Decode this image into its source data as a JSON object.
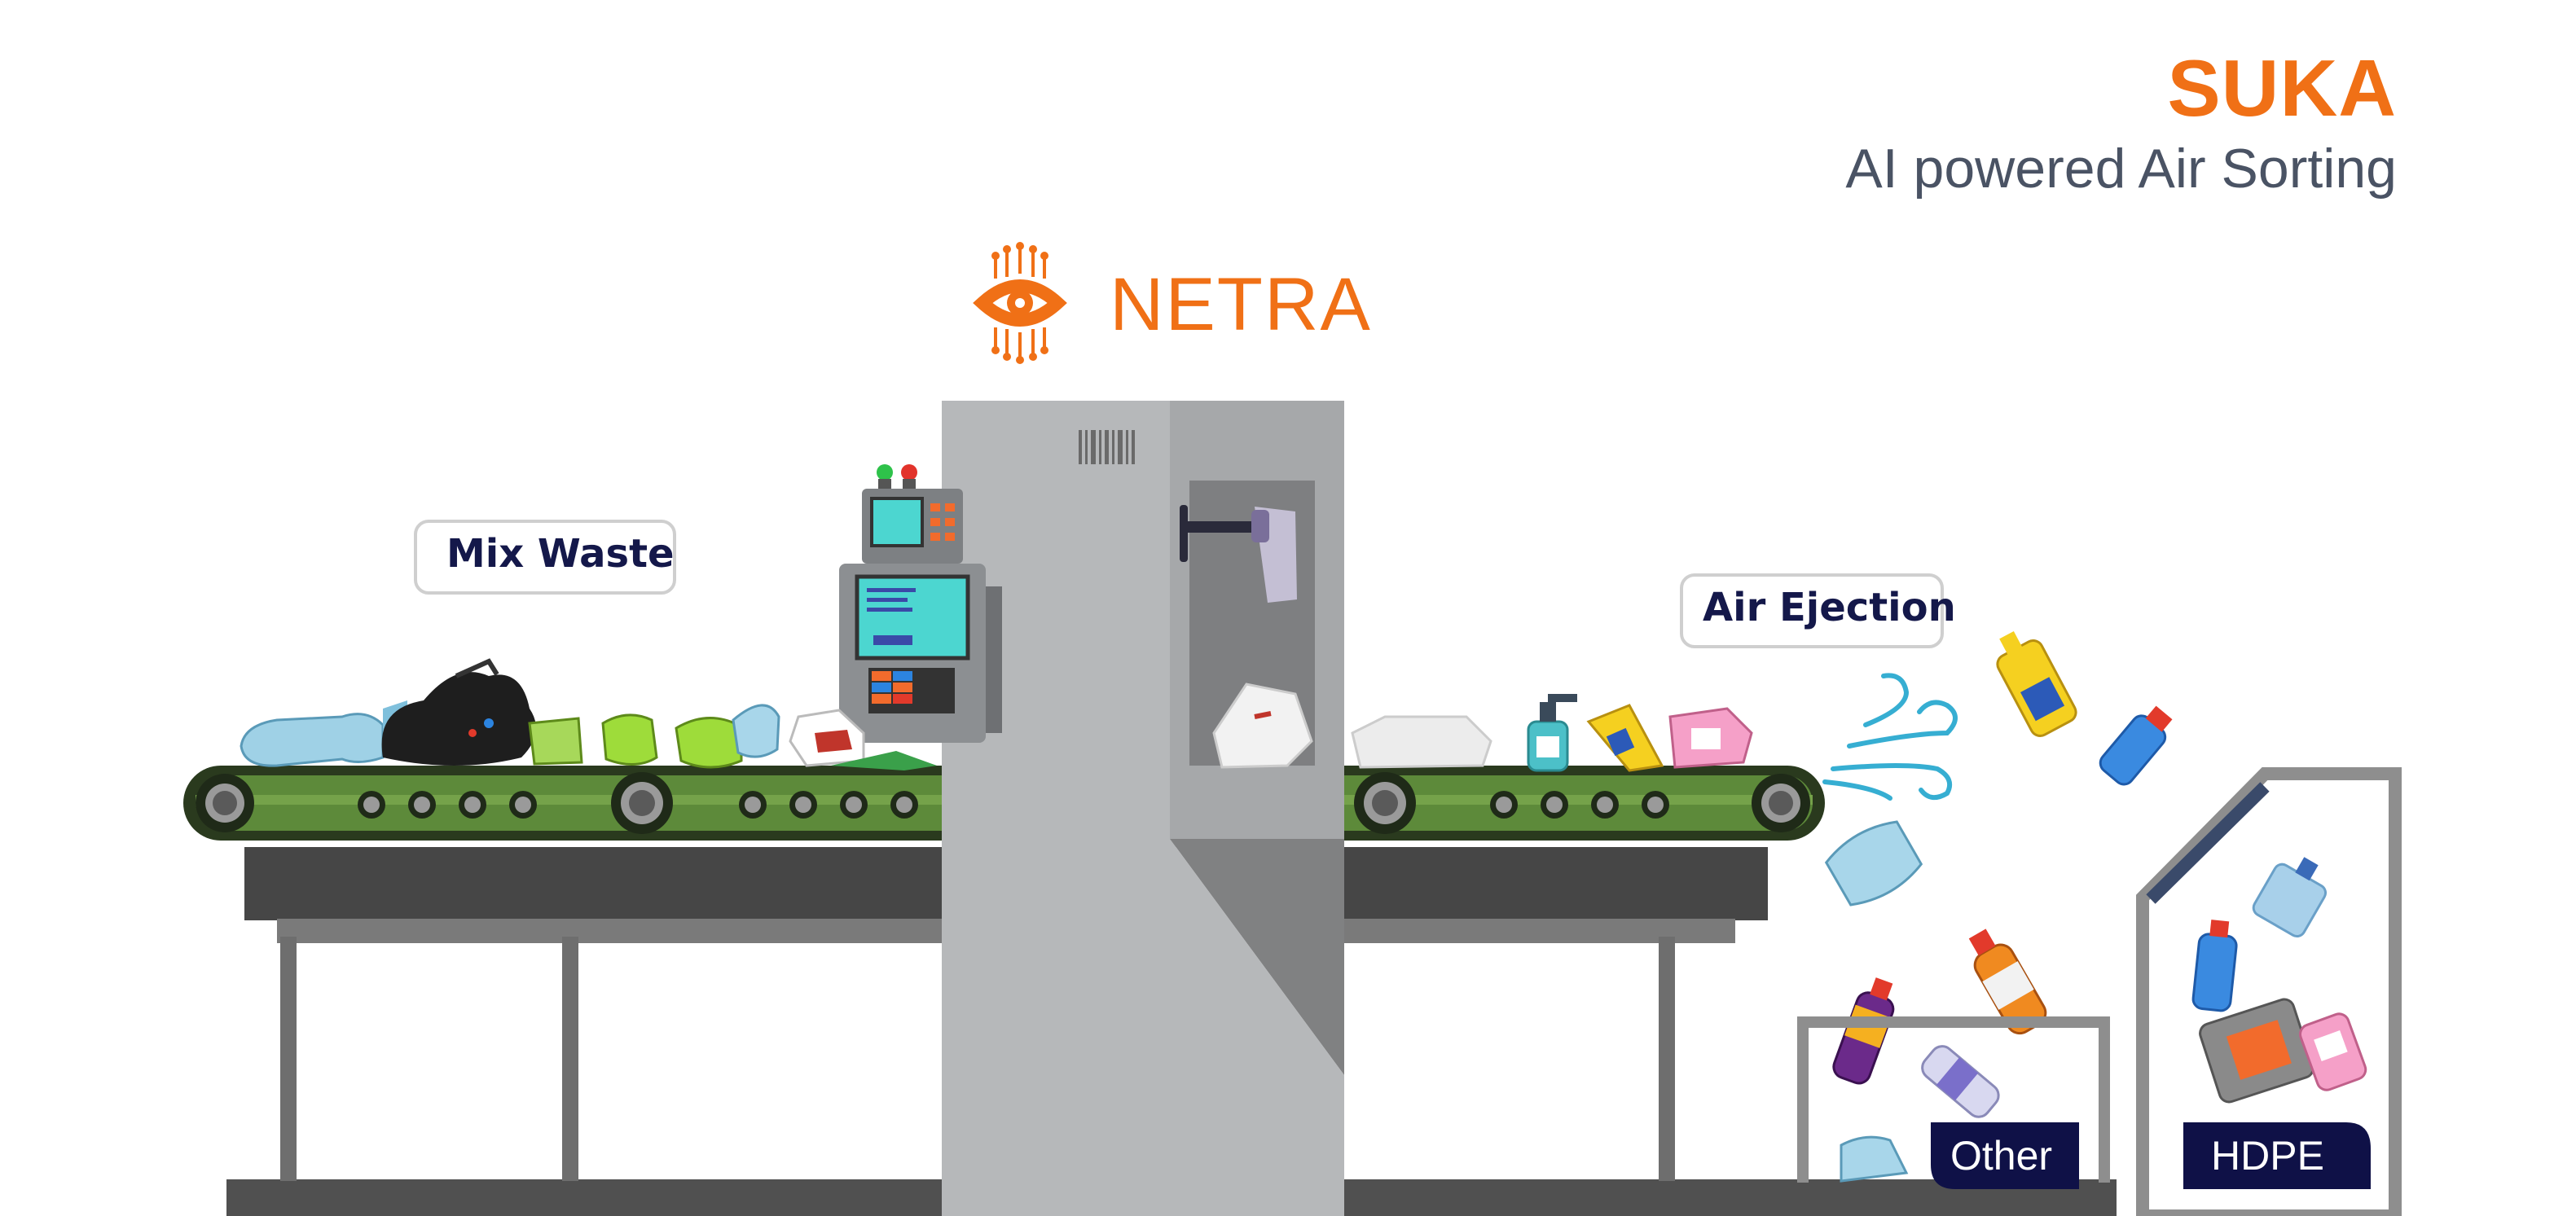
{
  "header": {
    "brand": "SUKA",
    "tagline": "AI powered Air Sorting"
  },
  "machine": {
    "name": "NETRA",
    "logo_icon": "eye-circuit-icon"
  },
  "callouts": {
    "input": "Mix Waste",
    "ejection": "Air Ejection"
  },
  "bins": {
    "other": "Other",
    "hdpe": "HDPE"
  },
  "colors": {
    "accent": "#f07016",
    "tagline": "#4a5364",
    "navy": "#0f1147",
    "belt_green": "#5d8a3a",
    "frame_gray": "#6e6e6e"
  }
}
